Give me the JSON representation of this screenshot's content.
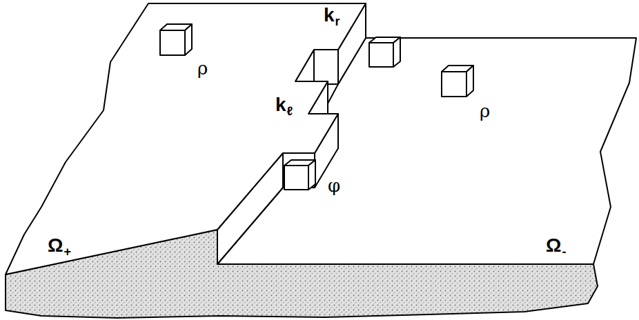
{
  "diagram": {
    "labels": [
      "k",
      "r",
      "ρ",
      "k",
      "ℓ",
      "ρ",
      "φ",
      "Ω",
      "-",
      "Ω",
      "+"
    ]
  }
}
